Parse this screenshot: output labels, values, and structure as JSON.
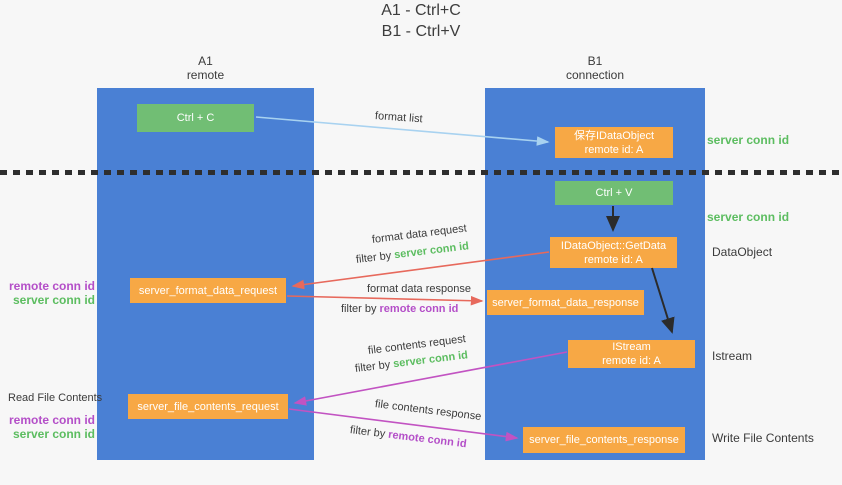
{
  "title": {
    "line1": "A1 - Ctrl+C",
    "line2": "B1 - Ctrl+V"
  },
  "lanes": {
    "left": {
      "name": "A1",
      "role": "remote"
    },
    "right": {
      "name": "B1",
      "role": "connection"
    }
  },
  "nodes": {
    "ctrl_c": {
      "label": "Ctrl + C"
    },
    "save_idataobject": {
      "line1": "保存IDataObject",
      "line2": "remote id: A"
    },
    "ctrl_v": {
      "label": "Ctrl + V"
    },
    "getdata": {
      "line1": "IDataObject::GetData",
      "line2": "remote id: A"
    },
    "server_format_data_request": {
      "label": "server_format_data_request"
    },
    "server_format_data_response": {
      "label": "server_format_data_response"
    },
    "istream": {
      "line1": "IStream",
      "line2": "remote id: A"
    },
    "server_file_contents_request": {
      "label": "server_file_contents_request"
    },
    "server_file_contents_response": {
      "label": "server_file_contents_response"
    }
  },
  "side_labels": {
    "server_conn_id_top": "server conn id",
    "server_conn_id_mid": "server conn id",
    "dataobject": "DataObject",
    "istream": "Istream",
    "write_file_contents": "Write File Contents",
    "read_file_contents": "Read File Contents",
    "mid_left": {
      "remote_conn_id": "remote conn id",
      "server_conn_id": "server conn id"
    },
    "bottom_left": {
      "remote_conn_id": "remote conn id",
      "server_conn_id": "server conn id"
    }
  },
  "arrows": {
    "format_list": {
      "label": "format list"
    },
    "format_data_request": {
      "label": "format data request",
      "filter_prefix": "filter by ",
      "filter_key": "server conn id"
    },
    "format_data_response": {
      "label": "format data response",
      "filter_prefix": "filter by ",
      "filter_key": "remote conn id"
    },
    "file_contents_request": {
      "label": "file contents request",
      "filter_prefix": "filter by ",
      "filter_key": "server conn id"
    },
    "file_contents_response": {
      "label": "file contents response",
      "filter_prefix": "filter by ",
      "filter_key": "remote conn id"
    }
  },
  "colors": {
    "background": "#f7f7f7",
    "lane_blue": "#4a80d4",
    "node_green": "#71be74",
    "node_orange": "#f7a845",
    "green_text": "#5cbd60",
    "purple_text": "#b44fc8",
    "arrow_light_blue": "#a8d2f0",
    "arrow_salmon": "#e7695c",
    "arrow_magenta": "#c253c2",
    "arrow_black": "#2b2b2b",
    "dark_text": "#3b3b3b"
  }
}
